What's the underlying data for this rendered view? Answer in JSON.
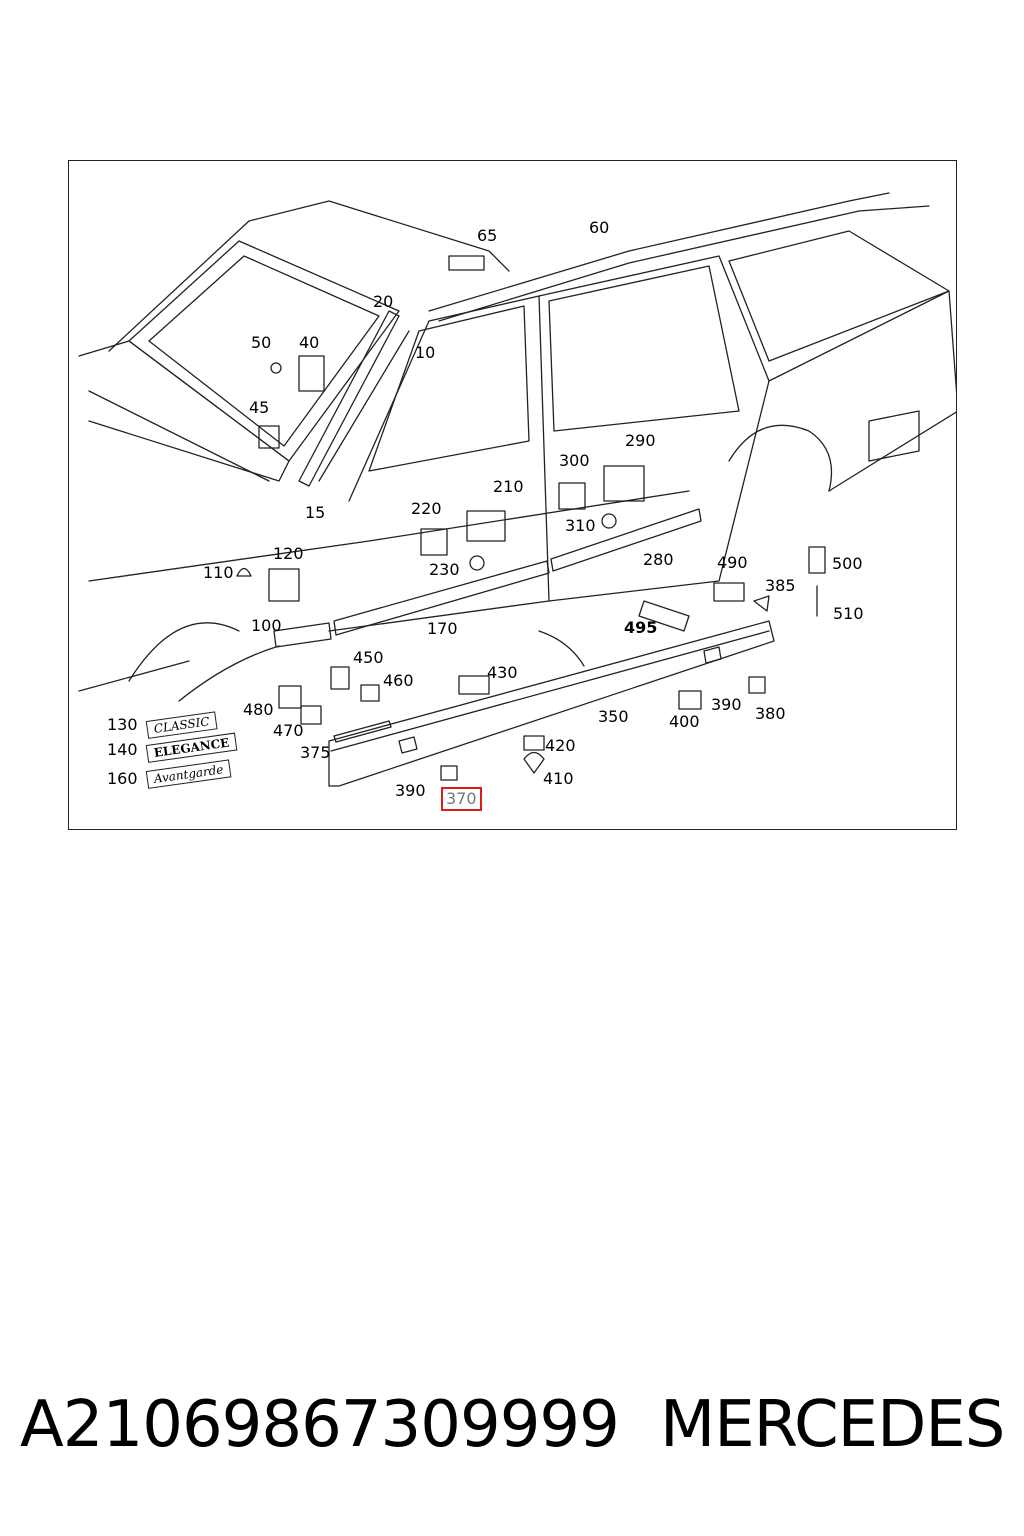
{
  "diagram": {
    "callouts": [
      {
        "label": "65"
      },
      {
        "label": "60"
      },
      {
        "label": "20"
      },
      {
        "label": "10"
      },
      {
        "label": "50"
      },
      {
        "label": "40"
      },
      {
        "label": "45"
      },
      {
        "label": "15"
      },
      {
        "label": "220"
      },
      {
        "label": "210"
      },
      {
        "label": "300"
      },
      {
        "label": "290"
      },
      {
        "label": "310"
      },
      {
        "label": "230"
      },
      {
        "label": "110"
      },
      {
        "label": "120"
      },
      {
        "label": "280"
      },
      {
        "label": "490"
      },
      {
        "label": "500"
      },
      {
        "label": "385"
      },
      {
        "label": "510"
      },
      {
        "label": "495"
      },
      {
        "label": "100"
      },
      {
        "label": "170"
      },
      {
        "label": "450"
      },
      {
        "label": "460"
      },
      {
        "label": "430"
      },
      {
        "label": "480"
      },
      {
        "label": "470"
      },
      {
        "label": "375"
      },
      {
        "label": "350"
      },
      {
        "label": "400"
      },
      {
        "label": "390"
      },
      {
        "label": "380"
      },
      {
        "label": "420"
      },
      {
        "label": "410"
      },
      {
        "label": "390"
      },
      {
        "label": "370"
      },
      {
        "label": "130"
      },
      {
        "label": "140"
      },
      {
        "label": "160"
      }
    ],
    "badges": {
      "classic": "CLASSIC",
      "elegance": "ELEGANCE",
      "avantgarde": "Avantgarde"
    },
    "highlight_label": "370",
    "highlight_color": "#d91c1c"
  },
  "footer": {
    "part_number": "A21069867309999",
    "brand": "MERCEDES"
  }
}
